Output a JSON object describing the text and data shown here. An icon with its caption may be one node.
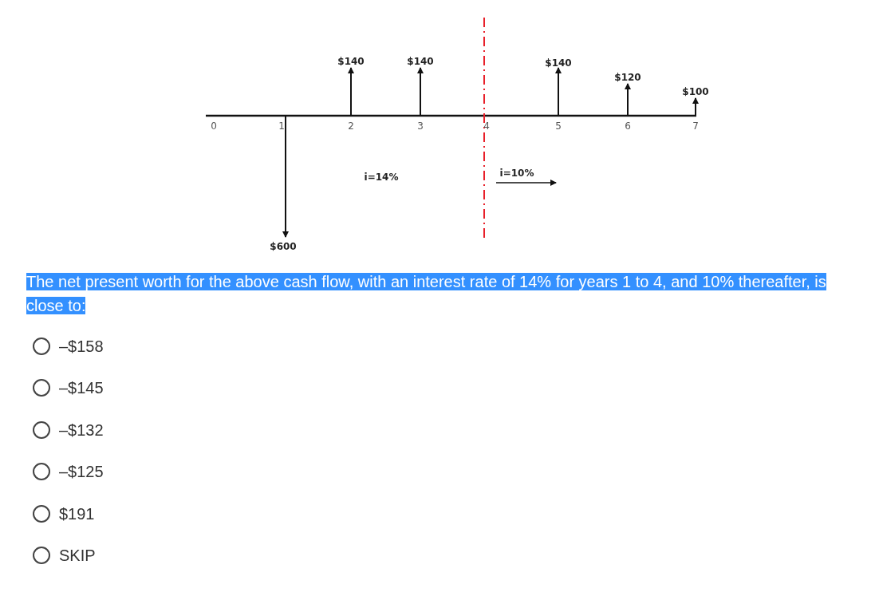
{
  "diagram": {
    "labels": [
      "$140",
      "$140",
      "$140",
      "$120",
      "$100",
      "0",
      "1",
      "2",
      "3",
      "4",
      "5",
      "6",
      "7",
      "i=14%",
      "i=10%",
      "$600",
      "The net present worth for the above cash flow, with an interest rate of 14% for years 1 to 4, and 10% thereafter, is close to:",
      "–$158",
      "–$145",
      "–$132",
      "–$125",
      "$191",
      "SKIP"
    ]
  }
}
